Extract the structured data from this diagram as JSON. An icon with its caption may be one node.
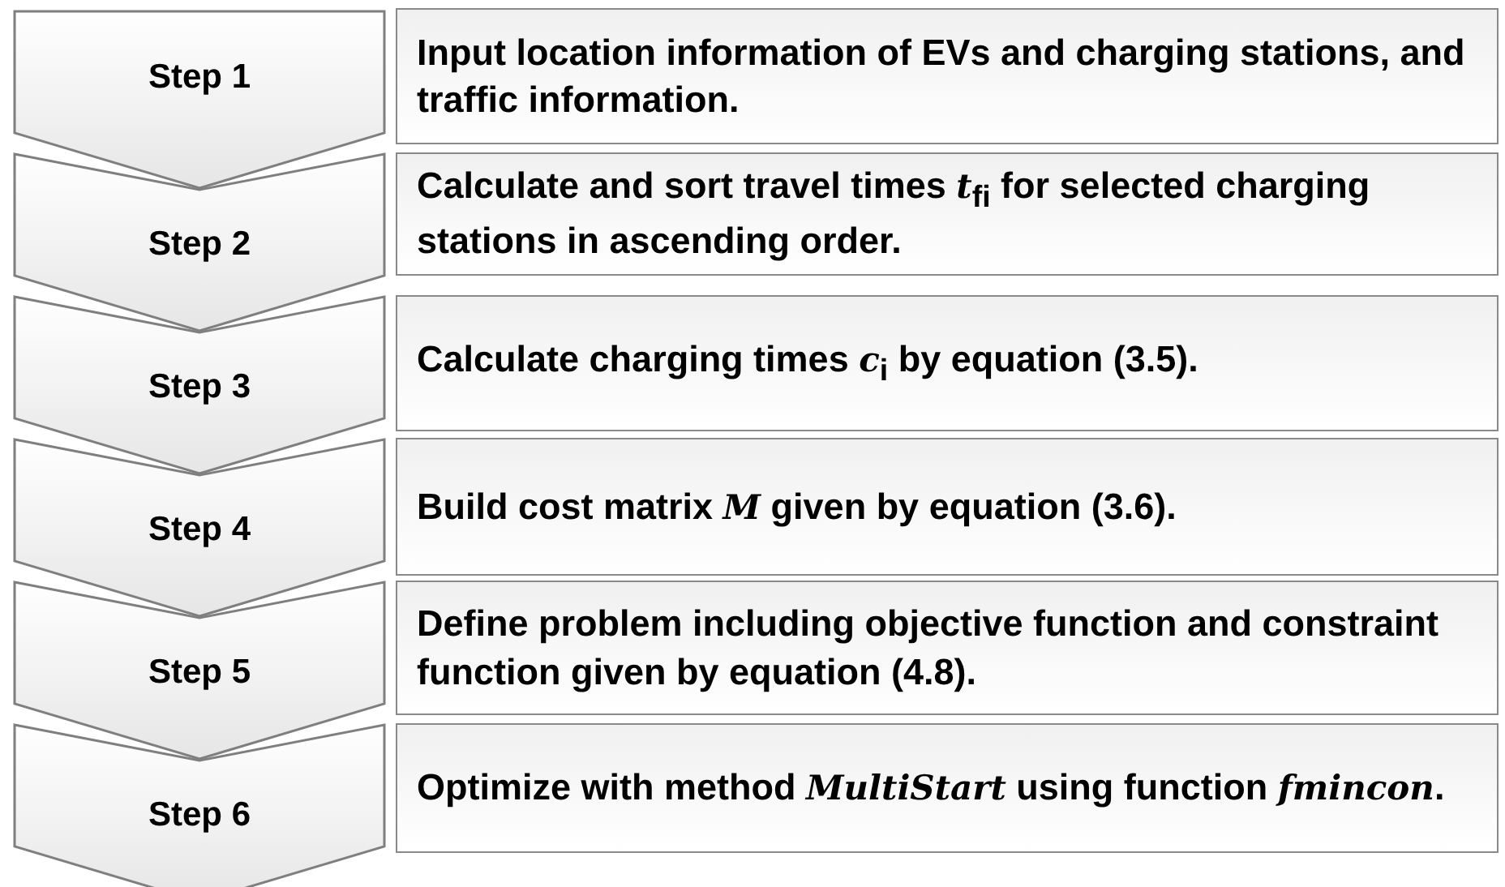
{
  "diagram": {
    "nodes": [
      {
        "text": [
          "Step 1"
        ]
      },
      {
        "text": [
          "Input location information of EVs and charging stations, and traffic information."
        ]
      },
      {
        "text": [
          "Step 2"
        ]
      },
      {
        "text": [
          "Calculate and sort travel times *t*$_{fi}$ for selected charging stations in ascending order."
        ]
      },
      {
        "text": [
          "Step 3"
        ]
      },
      {
        "text": [
          "Calculate charging times *c*$_{i}$ by equation (3.5)."
        ]
      },
      {
        "text": [
          "Step 4"
        ]
      },
      {
        "text": [
          "Build cost matrix *M* given by equation (3.6)."
        ]
      },
      {
        "text": [
          "Step 5"
        ]
      },
      {
        "text": [
          "Define problem including objective function and constraint function given by equation (4.8)."
        ]
      },
      {
        "text": [
          "Step 6"
        ]
      },
      {
        "text": [
          "Optimize with method *MultiStart* using function *fmincon*."
        ]
      }
    ]
  }
}
